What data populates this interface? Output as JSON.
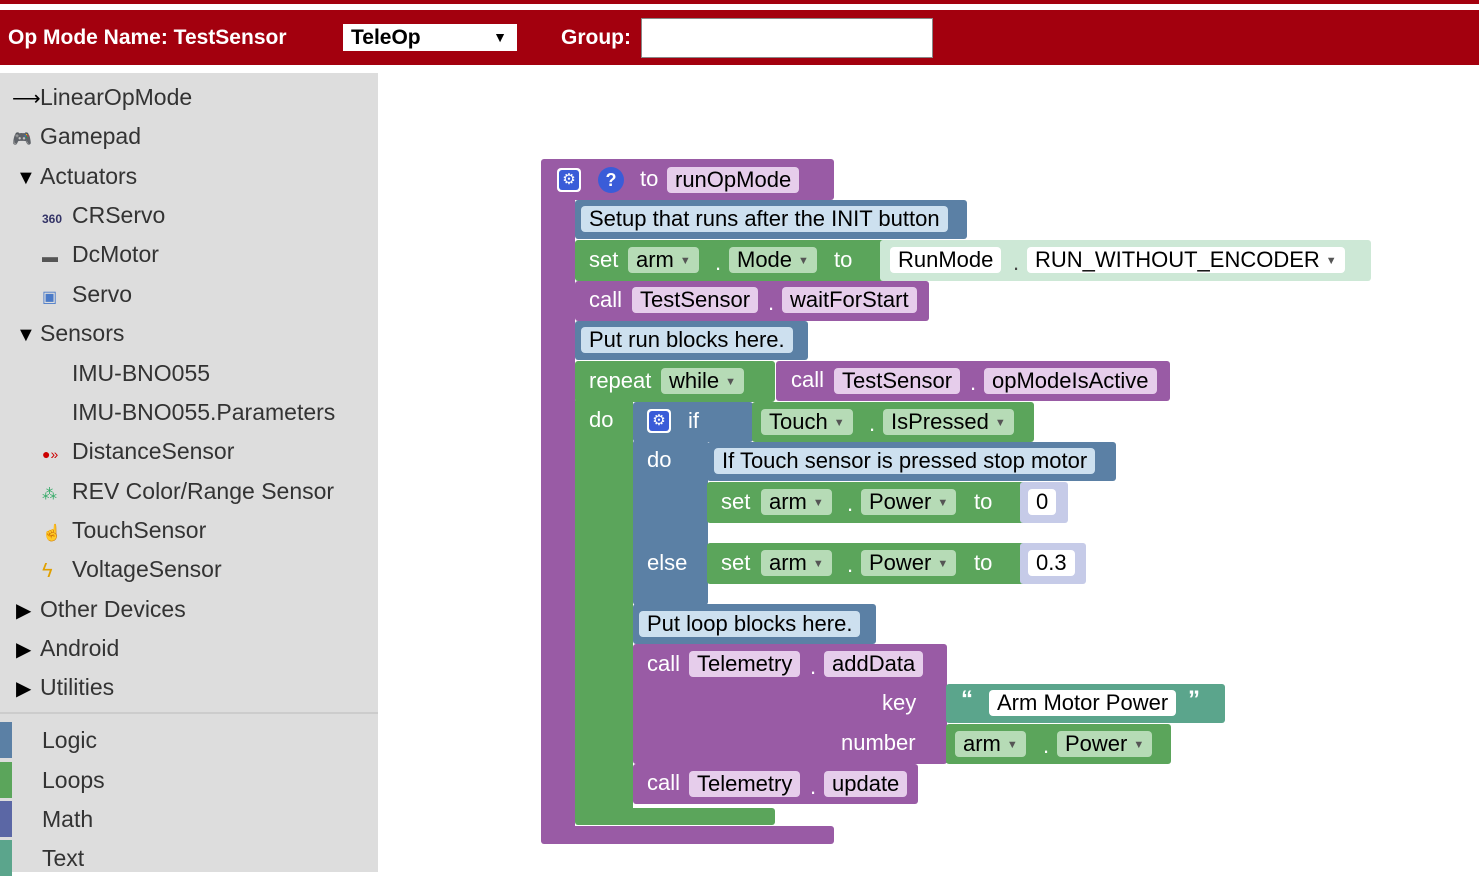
{
  "header": {
    "op_mode_label": "Op Mode Name: TestSensor",
    "mode_value": "TeleOp",
    "group_label": "Group:",
    "group_value": ""
  },
  "toolbox": {
    "items": [
      {
        "label": "LinearOpMode",
        "icon": "arrow-right-icon"
      },
      {
        "label": "Gamepad",
        "icon": "gamepad-icon"
      },
      {
        "label": "Actuators",
        "expanded": true
      },
      {
        "label": "CRServo",
        "icon": "crservo-icon"
      },
      {
        "label": "DcMotor",
        "icon": "dcmotor-icon"
      },
      {
        "label": "Servo",
        "icon": "servo-icon"
      },
      {
        "label": "Sensors",
        "expanded": true
      },
      {
        "label": "IMU-BNO055"
      },
      {
        "label": "IMU-BNO055.Parameters"
      },
      {
        "label": "DistanceSensor",
        "icon": "distance-sensor-icon"
      },
      {
        "label": "REV Color/Range Sensor",
        "icon": "color-sensor-icon"
      },
      {
        "label": "TouchSensor",
        "icon": "touch-icon"
      },
      {
        "label": "VoltageSensor",
        "icon": "lightning-icon"
      },
      {
        "label": "Other Devices",
        "expanded": false
      },
      {
        "label": "Android",
        "expanded": false
      },
      {
        "label": "Utilities",
        "expanded": false
      }
    ],
    "categories": [
      {
        "label": "Logic",
        "color": "#5b80a5"
      },
      {
        "label": "Loops",
        "color": "#5ba55b"
      },
      {
        "label": "Math",
        "color": "#5b67a5"
      },
      {
        "label": "Text",
        "color": "#5ba58c"
      }
    ]
  },
  "blocks": {
    "to": "to",
    "func_name": "runOpMode",
    "comment_init": "Setup that runs after the INIT button",
    "set": "set",
    "arm": "arm",
    "mode": "Mode",
    "to_kw": "to",
    "runmode": "RunMode",
    "run_without_encoder": "RUN_WITHOUT_ENCODER",
    "call": "call",
    "testsensor": "TestSensor",
    "waitforstart": "waitForStart",
    "comment_run": "Put run blocks here.",
    "repeat": "repeat",
    "while": "while",
    "opmodeisactive": "opModeIsActive",
    "do": "do",
    "if": "if",
    "touch": "Touch",
    "ispressed": "IsPressed",
    "comment_touch": "If Touch sensor is pressed stop motor",
    "power": "Power",
    "zero": "0",
    "else": "else",
    "point_three": "0.3",
    "comment_loop": "Put loop blocks here.",
    "telemetry": "Telemetry",
    "adddata": "addData",
    "key": "key",
    "arm_motor_power": "Arm Motor Power",
    "number": "number",
    "update": "update",
    "dot": "."
  },
  "colors": {
    "header": "#a3000e",
    "procedure": "#995ba5",
    "comment": "#5b80a5",
    "set_green": "#5ba55b",
    "enum_green": "#a6d4b8",
    "logic": "#5b80a5",
    "text": "#5ba58c"
  }
}
